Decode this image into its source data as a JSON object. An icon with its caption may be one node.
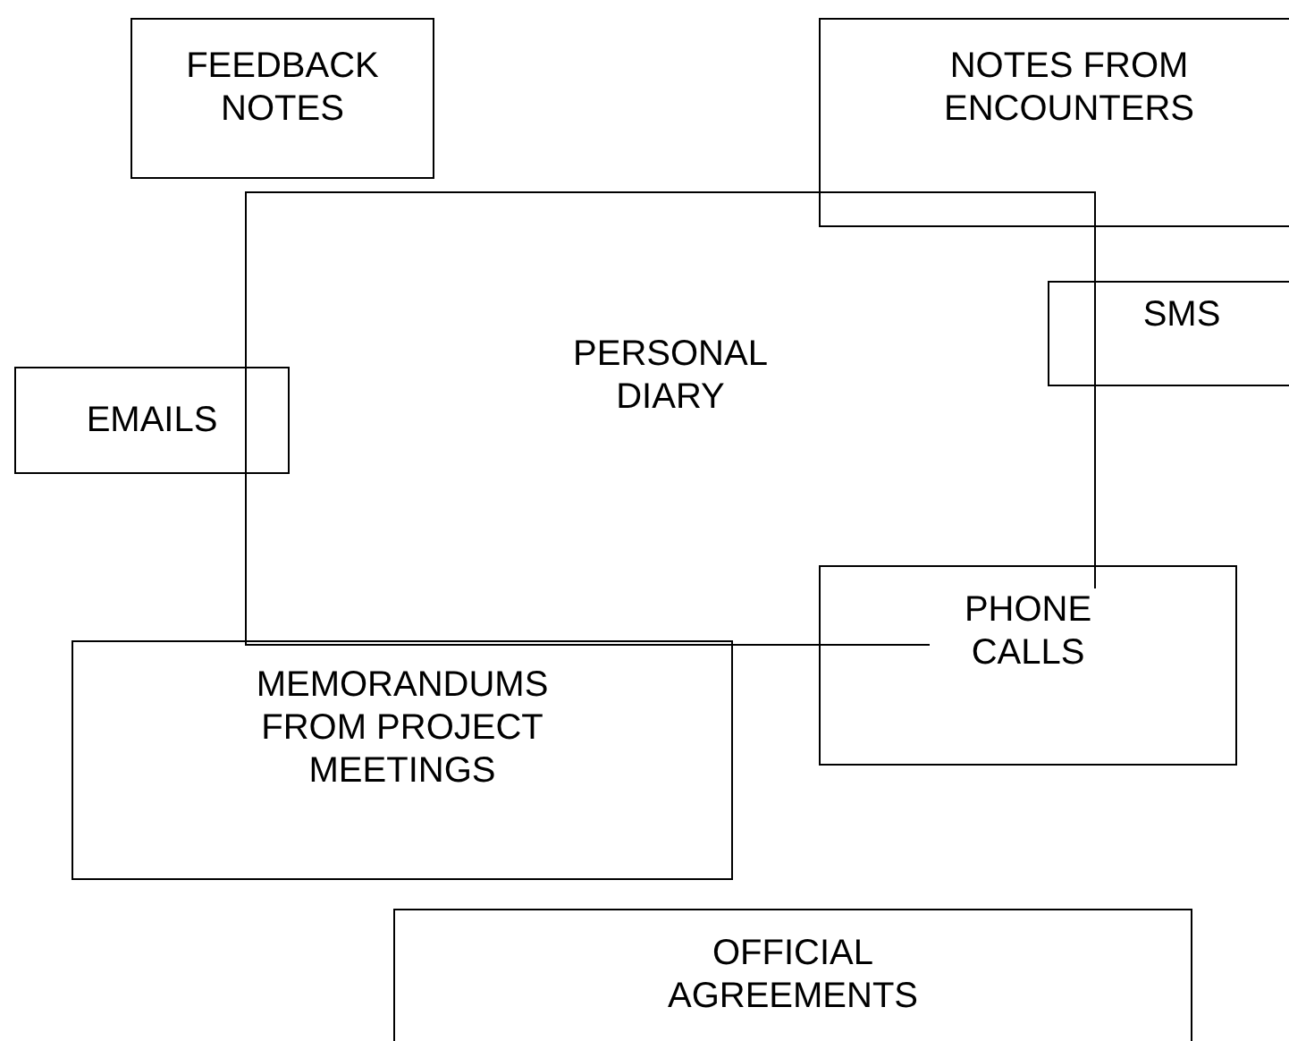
{
  "diagram": {
    "nodes": [
      {
        "text": [
          "FEEDBACK NOTES"
        ]
      },
      {
        "text": [
          "NOTES FROM ENCOUNTERS"
        ]
      },
      {
        "text": [
          "PERSONAL DIARY"
        ]
      },
      {
        "text": [
          "SMS"
        ]
      },
      {
        "text": [
          "EMAILS"
        ]
      },
      {
        "text": [
          "PHONE CALLS"
        ]
      },
      {
        "text": [
          "MEMORANDUMS FROM PROJECT MEETINGS"
        ]
      },
      {
        "text": [
          "OFFICIAL AGREEMENTS"
        ]
      }
    ]
  }
}
